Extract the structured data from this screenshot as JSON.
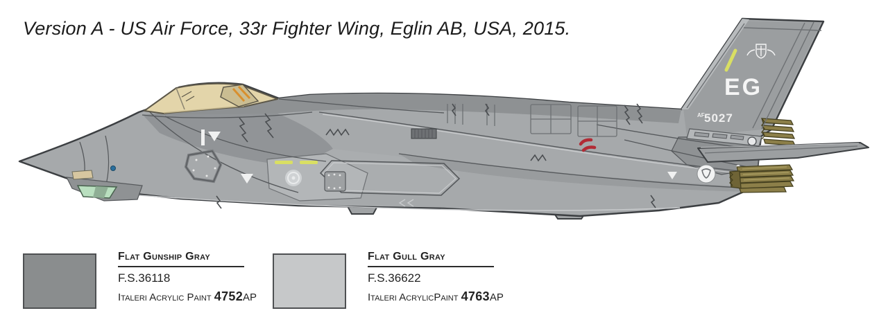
{
  "title": "Version A - US Air Force, 33r Fighter Wing, Eglin AB, USA, 2015.",
  "aircraft": {
    "tail_code": "EG",
    "tail_number_prefix": "AF",
    "tail_number": "5027",
    "colors": {
      "base_gray": "#a6a9ab",
      "top_gray": "#8e9193",
      "shade_gray": "#919497",
      "fin_gray": "#9a9da0",
      "light_gray": "#b5b8ba",
      "canopy_tan": "#e3d5aa",
      "seat_tan": "#cabd92",
      "exhaust_olive": "#8c7f49",
      "sensor_green": "#b9dfbf",
      "formation_yellow": "#d9df63",
      "marking_red": "#b22b35",
      "outline": "#3c3f42"
    }
  },
  "paints": [
    {
      "name": "Flat Gunship Gray",
      "fs_code": "F.S.36118",
      "brand_line": "Italeri Acrylic Paint",
      "paint_code": "4752",
      "paint_suffix": "AP",
      "swatch_color": "#8a8d8e"
    },
    {
      "name": "Flat Gull Gray",
      "fs_code": "F.S.36622",
      "brand_line": "Italeri AcrylicPaint",
      "paint_code": "4763",
      "paint_suffix": "AP",
      "swatch_color": "#c6c8c9"
    }
  ]
}
